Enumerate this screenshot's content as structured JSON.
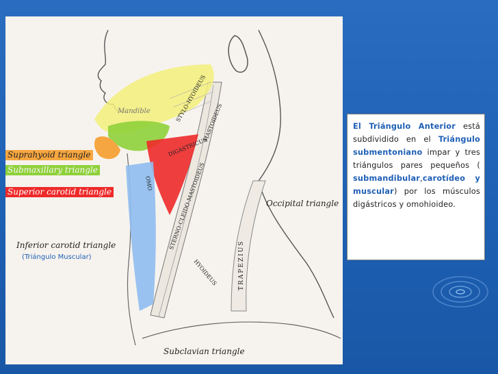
{
  "figure": {
    "labels": {
      "suprahyoid": "Suprahyoid triangle",
      "submaxillary": "Submaxillary triangle",
      "superior_carotid": "Superior carotid triangle",
      "inferior_carotid": "Inferior carotid triangle",
      "muscular_note": "(Triángulo Muscular)",
      "occipital": "Occipital triangle",
      "subclavian": "Subclavian triangle",
      "mandible": "Mandible",
      "sterno": "STERNO-CLEIDO-MASTOIDEUS",
      "trapezius": "TRAPEZIUS",
      "omo": "OMO",
      "hyoideus": "HYOIDEUS",
      "digastricus": "DIGASTRICUS",
      "stylohyoid": "STYLO-HYOIDEUS",
      "mastoideus": "MASTOIDEUS"
    },
    "colors": {
      "yellow": "#f3ef7a",
      "green": "#8fd13a",
      "orange": "#f6a640",
      "red": "#ee2a2a",
      "blue": "#8fbdf0"
    }
  },
  "info": {
    "parts": [
      {
        "text": "El Triángulo Anterior",
        "hl": true
      },
      {
        "text": " está subdividido en el ",
        "hl": false
      },
      {
        "text": "Triángulo submentoniano",
        "hl": true
      },
      {
        "text": " impar y tres triángulos pares pequeños ( ",
        "hl": false
      },
      {
        "text": "submandibular",
        "hl": true
      },
      {
        "text": ",",
        "hl": false
      },
      {
        "text": "carotídeo y muscular",
        "hl": true
      },
      {
        "text": ") por los músculos digástricos y omohioideo.",
        "hl": false
      }
    ]
  }
}
